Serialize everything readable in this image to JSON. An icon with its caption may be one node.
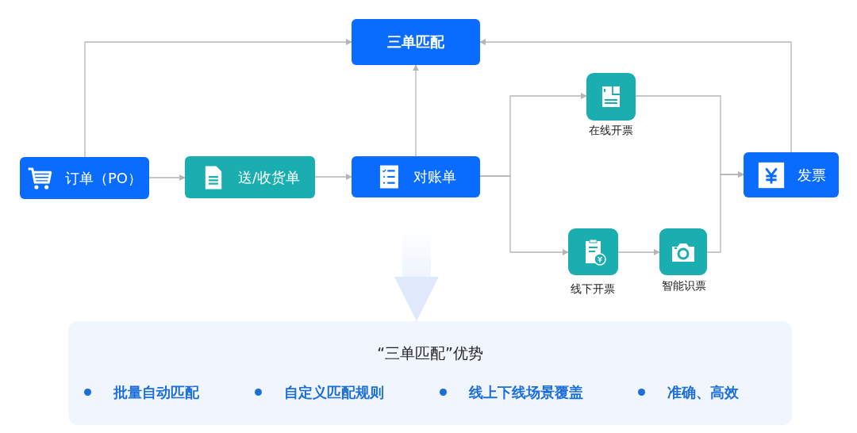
{
  "diagram": {
    "nodes": [
      {
        "text": [
          "三单匹配"
        ]
      },
      {
        "text": [
          "订单（PO）"
        ]
      },
      {
        "text": [
          "送/收货单"
        ]
      },
      {
        "text": [
          "对账单"
        ]
      },
      {
        "text": [],
        "shape": "box",
        "beside": [
          "在线开票"
        ]
      },
      {
        "text": [],
        "shape": "box",
        "beside": [
          "线下开票"
        ]
      },
      {
        "text": [],
        "shape": "box",
        "beside": [
          "智能识票"
        ]
      },
      {
        "text": [
          "发票"
        ]
      },
      {
        "text": [
          "“三单匹配”优势",
          "批量自动匹配",
          "自定义匹配规则",
          "线上下线场景覆盖",
          "准确、高效"
        ]
      }
    ],
    "edges": [
      {
        "from": 1,
        "to": 0,
        "arrow": "to"
      },
      {
        "from": 3,
        "to": 0,
        "arrow": "to"
      },
      {
        "from": 7,
        "to": 0,
        "arrow": "to"
      },
      {
        "from": 1,
        "to": 2,
        "arrow": "to"
      },
      {
        "from": 2,
        "to": 3,
        "arrow": "to"
      },
      {
        "from": 3,
        "to": 4,
        "arrow": "to"
      },
      {
        "from": 3,
        "to": 5,
        "arrow": "to"
      },
      {
        "from": 5,
        "to": 6,
        "arrow": "to"
      },
      {
        "from": 4,
        "to": 7,
        "arrow": "to"
      },
      {
        "from": 6,
        "to": 7,
        "arrow": "to"
      },
      {
        "from": 3,
        "to": 8,
        "arrow": "to",
        "style": "thick",
        "color": "#dfe9fb"
      }
    ]
  }
}
